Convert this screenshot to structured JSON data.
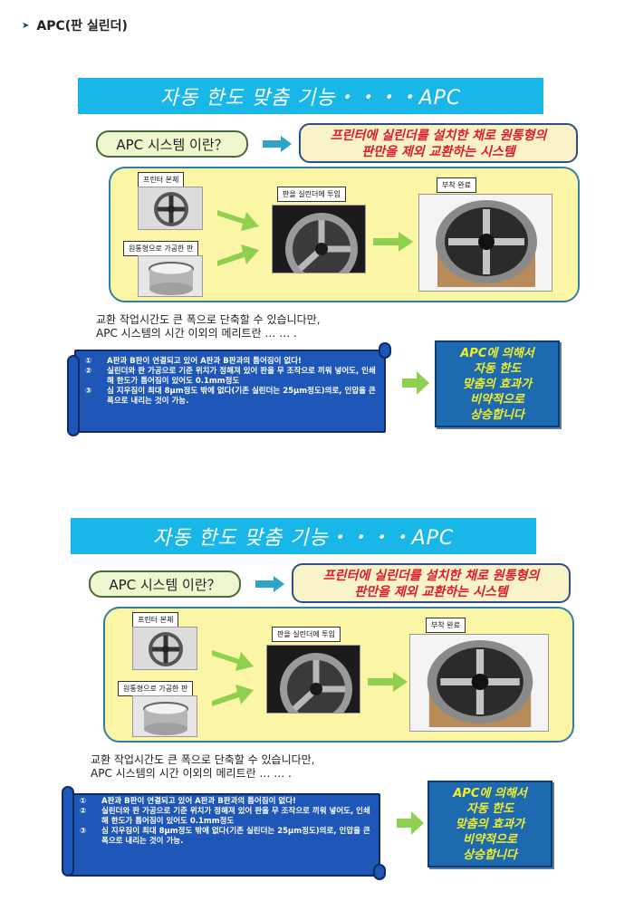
{
  "page": {
    "title": "APC(판 실린더)"
  },
  "panels": [
    {
      "banner": "자동 한도 맞춤 기능・・・・APC",
      "question": "APC 시스템 이란？",
      "answer_line1": "프린터에 실린더를 설치한 채로 원통형의",
      "answer_line2": "판만을 제외 교환하는 시스템",
      "labels": {
        "printer_body": "프린터 본체",
        "cylinder_plate": "원통형으로 가공한 판",
        "insert": "판을 실린더에 투입",
        "complete": "부착 완료"
      },
      "desc_line1": "교환 작업시간도 큰 폭으로 단축할 수 있습니다만,",
      "desc_line2": "APC 시스템의 시간 이외의 메리트란 … … .",
      "merits": [
        {
          "num": "①",
          "text": "A판과 B판이 연결되고 있어 A판과 B판과의 틈어짐이 없다!"
        },
        {
          "num": "②",
          "text": "실린더와 판 가공으로 기준 위치가 정해져 있어 판을 무 조작으로 끼워 넣어도, 인쇄해 한도가 틈어짐이 있어도 0.1mm정도"
        },
        {
          "num": "③",
          "text": "심 지우짐이 최대 8μm정도 밖에 없다(기존 실린더는 25μm정도)의로, 인압을 큰 폭으로 내리는 것이 가능."
        }
      ],
      "result_lines": [
        "APC에 의해서",
        "자동 한도",
        "맞춤의 효과가",
        "비약적으로",
        "상승합니다"
      ]
    },
    {
      "banner": "자동 한도 맞춤 기능・・・・APC",
      "question": "APC 시스템 이란？",
      "answer_line1": "프린터에 실린더를 설치한 채로 원통형의",
      "answer_line2": "판만을 제외 교환하는 시스템",
      "labels": {
        "printer_body": "프린터 본체",
        "cylinder_plate": "원통형으로 가공한 판",
        "insert": "판을 실린더에 투입",
        "complete": "부착 완료"
      },
      "desc_line1": "교환 작업시간도 큰 폭으로 단축할 수 있습니다만,",
      "desc_line2": "APC 시스템의 시간 이외의 메리트란 … … .",
      "merits": [
        {
          "num": "①",
          "text": "A판과 B판이 연결되고 있어 A판과 B판과의 틈어짐이 없다!"
        },
        {
          "num": "②",
          "text": "실린더와 판 가공으로 기준 위치가 정해져 있어 판을 무 조작으로 끼워 넣어도, 인쇄해 한도가 틈어짐이 있어도 0.1mm정도"
        },
        {
          "num": "③",
          "text": "심 지우짐이 최대 8μm정도 밖에 없다(기존 실린더는 25μm정도)의로, 인압을 큰 폭으로 내리는 것이 가능."
        }
      ],
      "result_lines": [
        "APC에 의해서",
        "자동 한도",
        "맞춤의 효과가",
        "비약적으로",
        "상승합니다"
      ]
    }
  ],
  "colors": {
    "banner": "#19b6e8",
    "process_bg": "#fbf6a6",
    "answer_text": "#e0182a",
    "scroll_blue": "#1f57b8",
    "result_text": "#f2ef2a",
    "arrow_green": "#8fd14f",
    "arrow_teal": "#2fa4c8"
  }
}
